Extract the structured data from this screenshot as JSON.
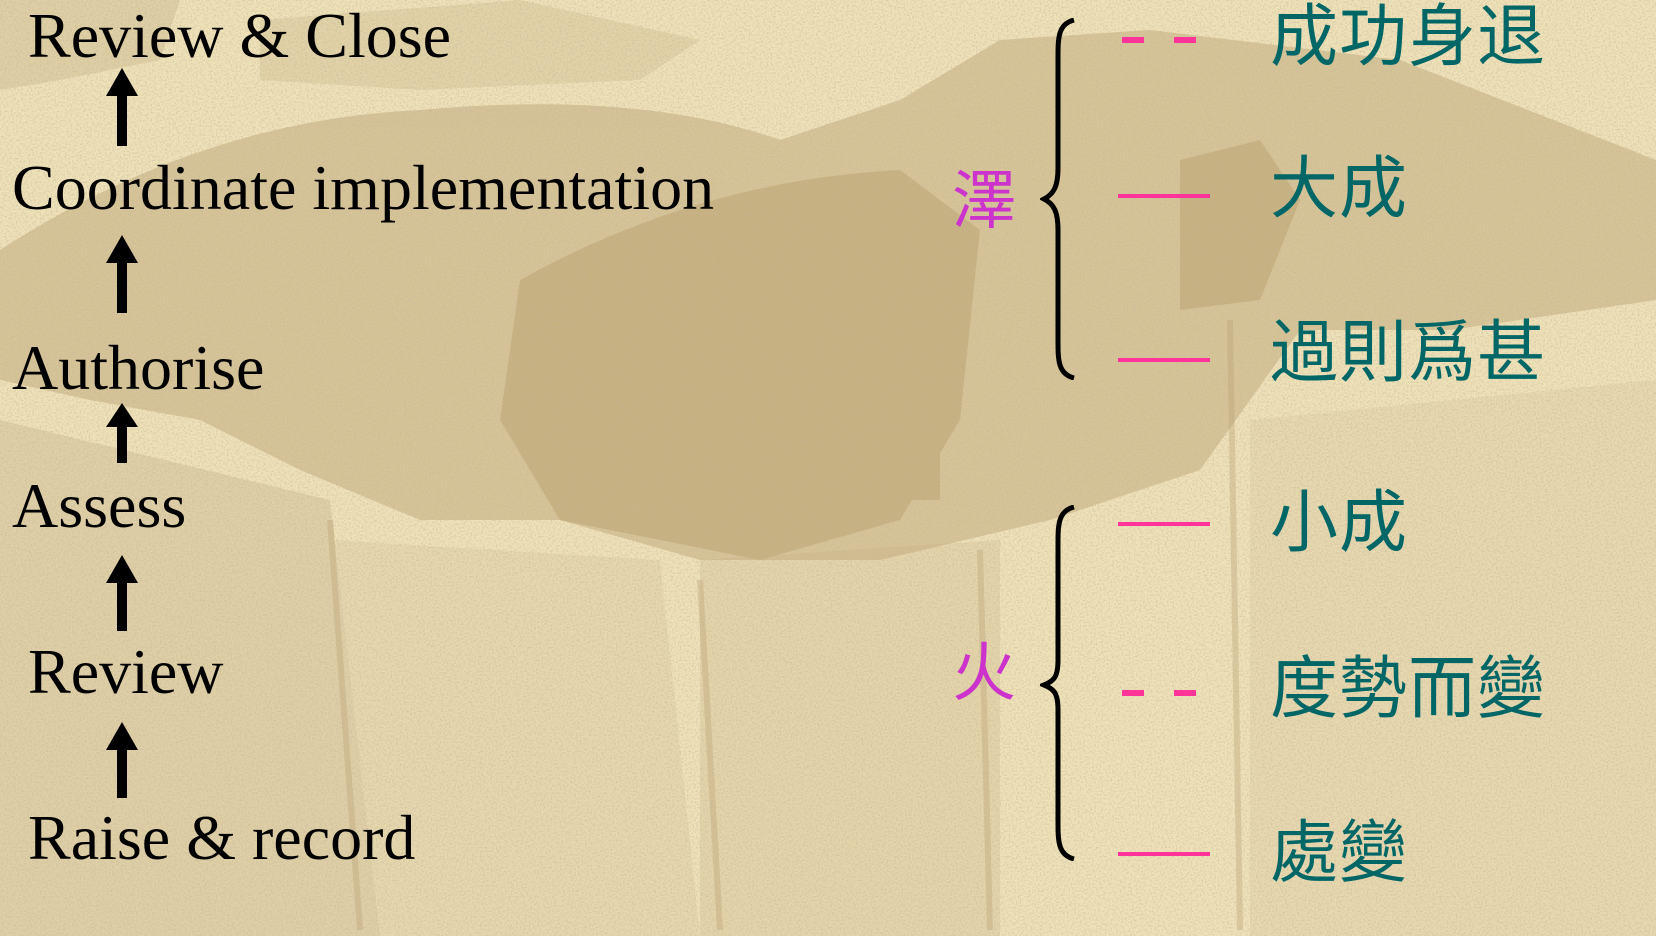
{
  "colors": {
    "background": "#efe2b8",
    "step_text": "#000000",
    "trigram": "#cc33cc",
    "line_marks": "#ff3399",
    "phrases": "#006666"
  },
  "process_steps": [
    {
      "label": "Review & Close"
    },
    {
      "label": "Coordinate implementation"
    },
    {
      "label": "Authorise"
    },
    {
      "label": "Assess"
    },
    {
      "label": "Review"
    },
    {
      "label": "Raise & record"
    }
  ],
  "hexagram": {
    "upper_trigram": "澤",
    "lower_trigram": "火",
    "lines": [
      {
        "type": "broken",
        "phrase": "成功身退"
      },
      {
        "type": "solid",
        "phrase": "大成"
      },
      {
        "type": "solid",
        "phrase": "過則爲甚"
      },
      {
        "type": "solid",
        "phrase": "小成"
      },
      {
        "type": "broken",
        "phrase": "度勢而變"
      },
      {
        "type": "solid",
        "phrase": "處變"
      }
    ]
  }
}
